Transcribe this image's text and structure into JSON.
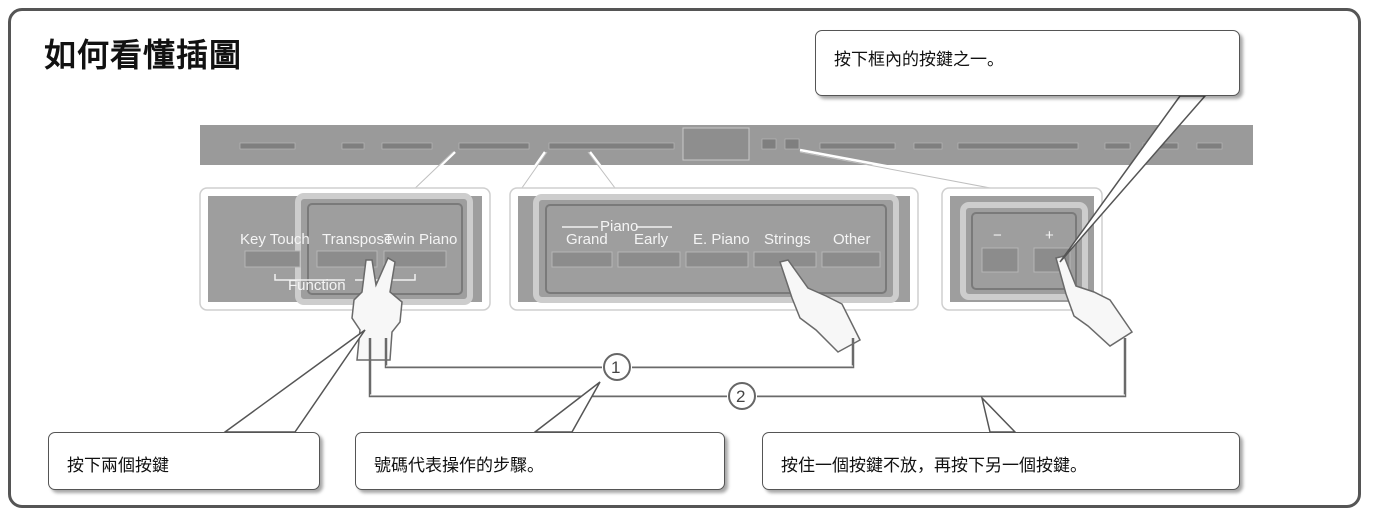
{
  "title": "如何看懂插圖",
  "callouts": {
    "press_one_in_frame": "按下框內的按鍵之一。",
    "press_two_buttons": "按下兩個按鍵",
    "numbers_are_steps": "號碼代表操作的步驟。",
    "hold_then_press": "按住一個按鍵不放，再按下另一個按鍵。"
  },
  "panel_left": {
    "key_touch": "Key Touch",
    "transpose": "Transpose",
    "twin_piano": "Twin Piano",
    "function_label": "Function"
  },
  "panel_middle": {
    "piano_group": "Piano",
    "grand": "Grand",
    "early": "Early",
    "e_piano": "E. Piano",
    "strings": "Strings",
    "other": "Other"
  },
  "panel_right": {
    "minus": "−",
    "plus": "+"
  },
  "steps": {
    "step1": "1",
    "step2": "2"
  },
  "colors": {
    "panel_gray": "#9e9e9e",
    "strip_gray": "#9a9a9a",
    "frame": "#555555"
  },
  "icons": [
    "two-finger-hand-icon",
    "pointing-hand-icon"
  ]
}
